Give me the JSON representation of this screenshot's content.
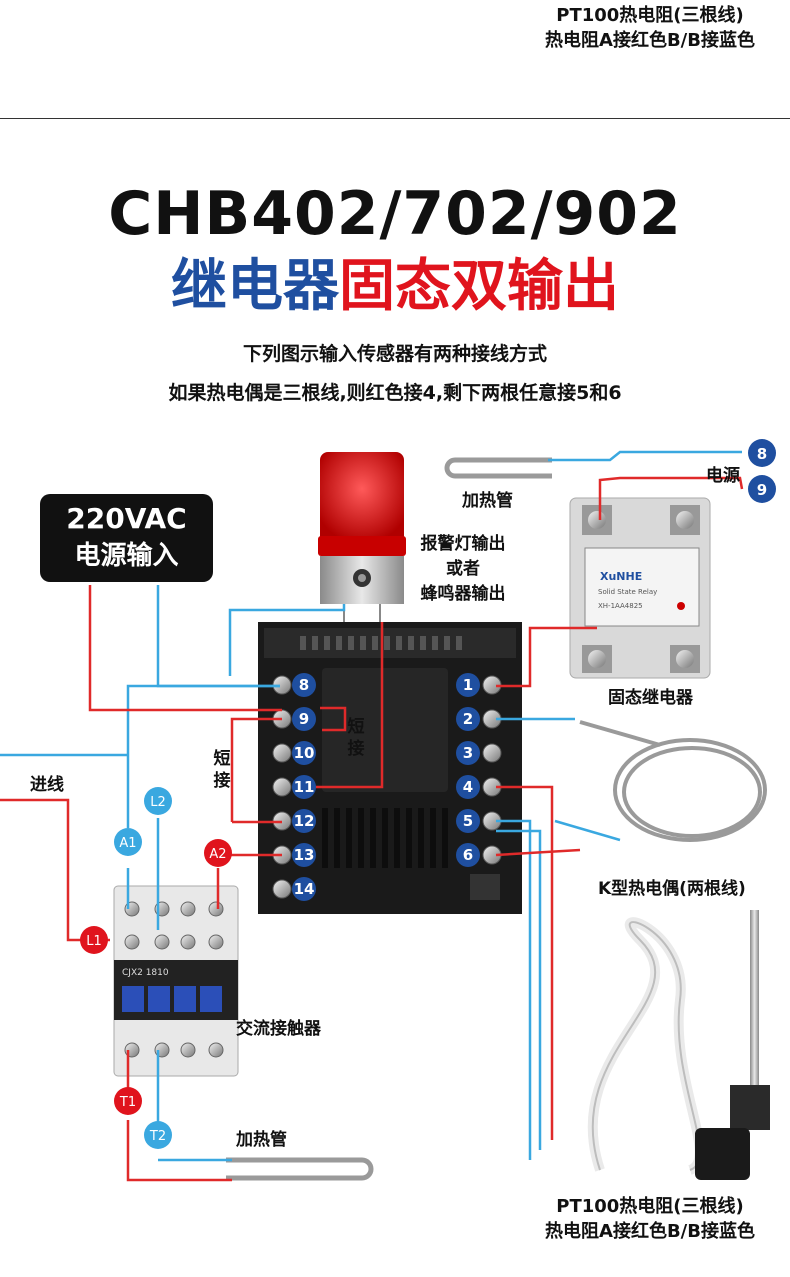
{
  "top_caption": {
    "line1": "PT100热电阻(三根线)",
    "line2": "热电阻A接红色B/B接蓝色"
  },
  "title": {
    "model": "CHB402/702/902",
    "sub_blue": "继电器",
    "sub_red": "固态双输出"
  },
  "desc": {
    "line1": "下列图示输入传感器有两种接线方式",
    "line2": "如果热电偶是三根线,则红色接4,剩下两根任意接5和6"
  },
  "power_box": {
    "line1": "220VAC",
    "line2": "电源输入"
  },
  "alarm_label": {
    "line1": "报警灯输出",
    "line2": "或者",
    "line3": "蜂鸣器输出"
  },
  "heater_top": "加热管",
  "power_label": "电源",
  "ssr_label": "固态继电器",
  "ssr_brand": "XuNHE",
  "ssr_sub": "Solid State Relay",
  "ssr_model": "XH-1AA4825",
  "inlet_label": "进线",
  "short1": "短接",
  "short2": "短接",
  "contactor_label": "交流接触器",
  "contactor_model": "CJX2 1810",
  "heater_bottom": "加热管",
  "k_thermo_label": "K型热电偶(两根线)",
  "bottom_caption": {
    "line1": "PT100热电阻(三根线)",
    "line2": "热电阻A接红色B/B接蓝色"
  },
  "left_terminals": [
    "8",
    "9",
    "10",
    "11",
    "12",
    "13",
    "14"
  ],
  "right_terminals": [
    "1",
    "2",
    "3",
    "4",
    "5",
    "6"
  ],
  "side_terminals": [
    "8",
    "9"
  ],
  "markers": [
    "L2",
    "A1",
    "A2",
    "L1",
    "T1",
    "T2"
  ],
  "colors": {
    "blue": "#1f4fa0",
    "red": "#e0141d",
    "wire_red": "#e02a2a",
    "wire_blue": "#3aa8e0"
  }
}
